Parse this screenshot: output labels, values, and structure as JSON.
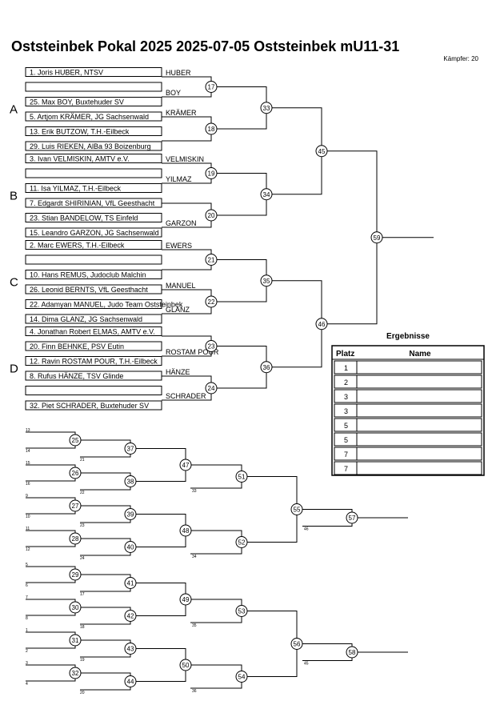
{
  "header": {
    "title": "Oststeinbek Pokal 2025  2025-07-05  Oststeinbek   mU11-31",
    "fighters": "Kämpfer: 20"
  },
  "pools": [
    "A",
    "B",
    "C",
    "D"
  ],
  "entries": [
    "1. Joris HUBER, NTSV",
    "",
    "25. Max BOY, Buxtehuder SV",
    "5. Artjom KRÄMER, JG Sachsenwald",
    "13. Erik BUTZOW, T.H.-Eilbeck",
    "29. Luis RIEKEN, AlBa 93 Boizenburg",
    "3. Ivan VELMISKIN, AMTV e.V.",
    "",
    "11. Isa YILMAZ, T.H.-Eilbeck",
    "7. Edgardt SHIRINIAN, VfL Geesthacht",
    "23. Stian BANDELOW, TS Einfeld",
    "15. Leandro GARZON, JG Sachsenwald",
    "2. Marc EWERS, T.H.-Eilbeck",
    "",
    "10. Hans REMUS, Judoclub Malchin",
    "26. Leonid BERNTS, VfL Geesthacht",
    "22. Adamyan MANUEL, Judo Team Oststeinbek",
    "14. Dima GLANZ, JG Sachsenwald",
    "4. Jonathan Robert ELMAS, AMTV e.V.",
    "20. Finn BEHNKE, PSV Eutin",
    "12. Ravin ROSTAM POUR, T.H.-Eilbeck",
    "8. Rufus HÄNZE, TSV Glinde",
    "",
    "32. Piet SCHRADER, Buxtehuder SV"
  ],
  "r1_winners": [
    "HUBER",
    "BOY",
    "KRÄMER",
    "",
    "VELMISKIN",
    "YILMAZ",
    "",
    "GARZON",
    "EWERS",
    "",
    "MANUEL",
    "GLANZ",
    "",
    "ROSTAM POUR",
    "HÄNZE",
    "SCHRADER"
  ],
  "r1_matches": [
    "17",
    "18",
    "19",
    "20",
    "21",
    "22",
    "23",
    "24"
  ],
  "r2_matches": [
    "33",
    "34",
    "35",
    "36"
  ],
  "r3_matches": [
    "45",
    "46"
  ],
  "final_match": "59",
  "repechage": {
    "groups": [
      {
        "r1": [
          "25",
          "26",
          "27",
          "28"
        ],
        "r2": [
          "37",
          "38",
          "39",
          "40"
        ],
        "r3": [
          "47",
          "48"
        ],
        "r4": [
          "51",
          "52"
        ],
        "r5": "55",
        "final": "57",
        "seed_labels": [
          "13",
          "14",
          "15",
          "16",
          "9",
          "10",
          "11",
          "12"
        ],
        "r2_labels": [
          "21",
          "22",
          "23",
          "24"
        ],
        "r3_labels": [
          "33",
          "34"
        ],
        "r5_label": "46"
      },
      {
        "r1": [
          "29",
          "30",
          "31",
          "32"
        ],
        "r2": [
          "41",
          "42",
          "43",
          "44"
        ],
        "r3": [
          "49",
          "50"
        ],
        "r4": [
          "53",
          "54"
        ],
        "r5": "56",
        "final": "58",
        "seed_labels": [
          "5",
          "6",
          "7",
          "8",
          "1",
          "2",
          "3",
          "4"
        ],
        "r2_labels": [
          "17",
          "18",
          "19",
          "20"
        ],
        "r3_labels": [
          "35",
          "36"
        ],
        "r5_label": "45"
      }
    ]
  },
  "results": {
    "title": "Ergebnisse",
    "col_place": "Platz",
    "col_name": "Name",
    "places": [
      "1",
      "2",
      "3",
      "3",
      "5",
      "5",
      "7",
      "7"
    ],
    "names": [
      "",
      "",
      "",
      "",
      "",
      "",
      "",
      ""
    ]
  }
}
